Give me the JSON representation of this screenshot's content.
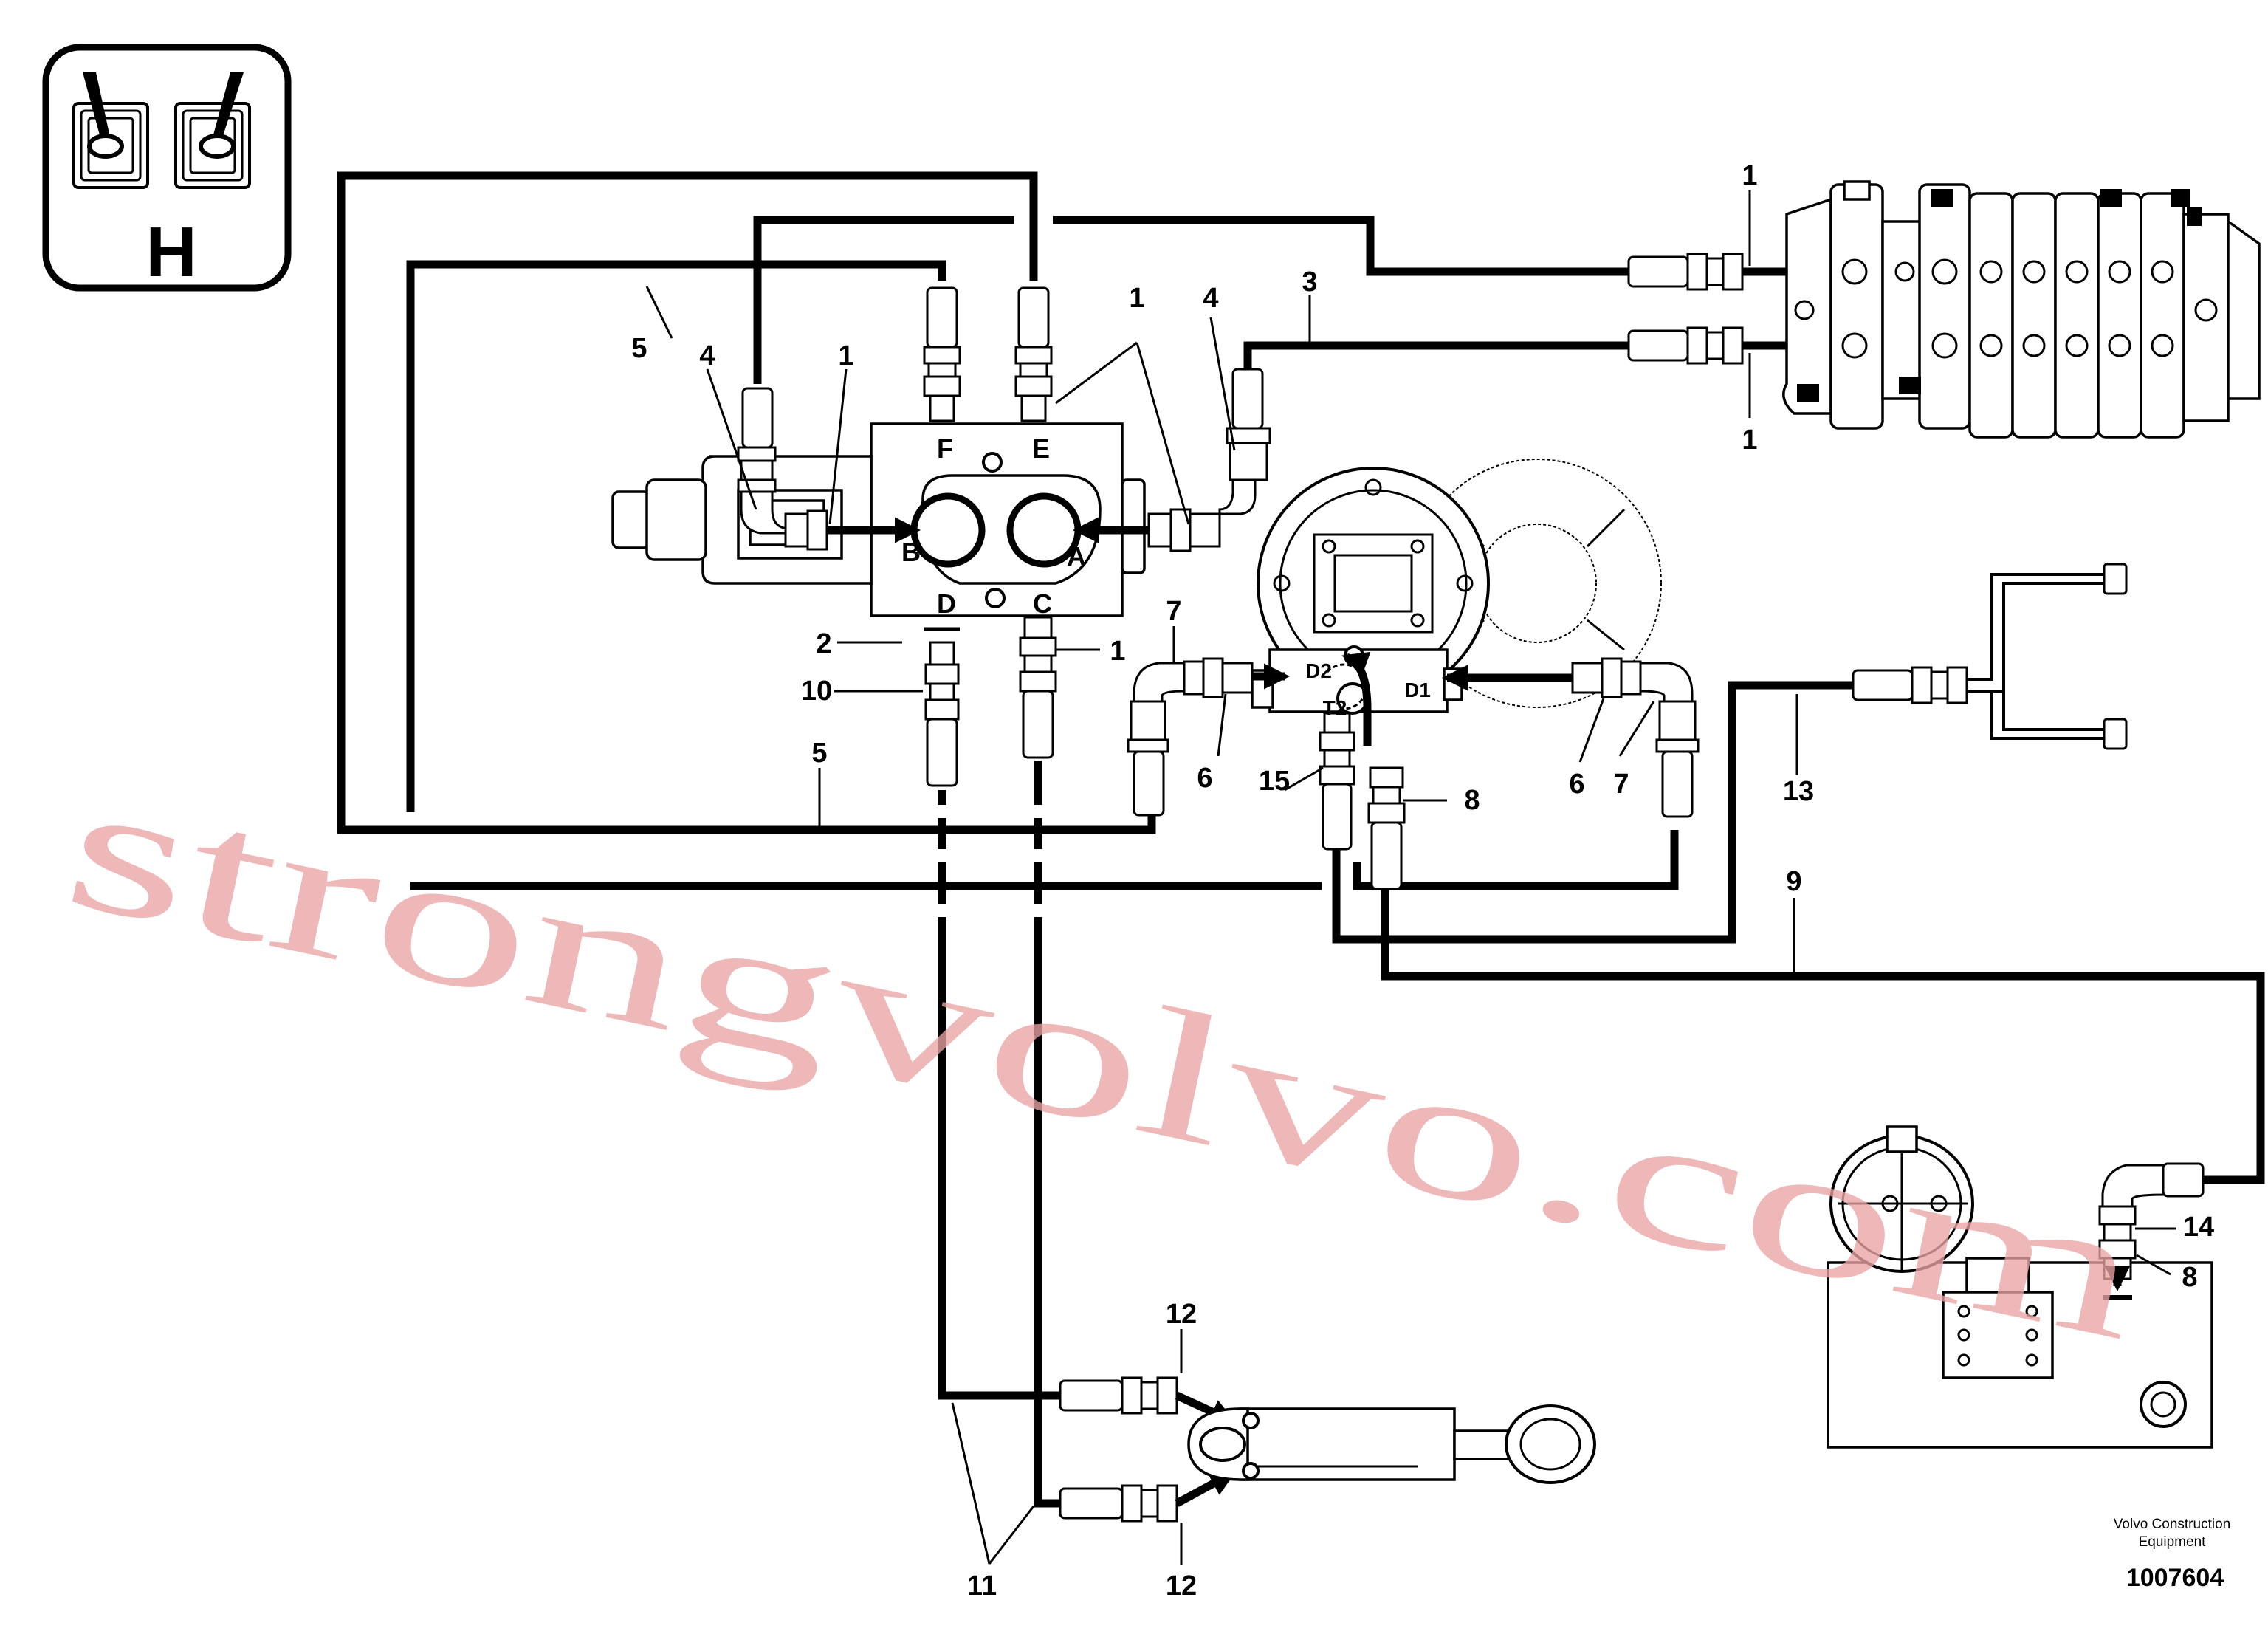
{
  "badge": {
    "letter": "H",
    "icon": "dual-joystick-icon"
  },
  "callouts": {
    "c1_top1": "1",
    "c1_top2": "1",
    "c1_mid": "1",
    "c1_valve": "1",
    "c1_c": "1",
    "c2": "2",
    "c3": "3",
    "c4_left": "4",
    "c4_right": "4",
    "c5_top": "5",
    "c5_bottom": "5",
    "c6_left": "6",
    "c6_right": "6",
    "c7_left": "7",
    "c7_right": "7",
    "c8_mid": "8",
    "c8_tank": "8",
    "c9": "9",
    "c10": "10",
    "c11": "11",
    "c12_top": "12",
    "c12_bottom": "12",
    "c13": "13",
    "c14": "14",
    "c15": "15"
  },
  "ports": {
    "F": "F",
    "E": "E",
    "B": "B",
    "A": "A",
    "D": "D",
    "C": "C",
    "D2": "D2",
    "T2": "T2",
    "D1": "D1"
  },
  "watermark": "strongvolvo.com",
  "footer": {
    "company_line1": "Volvo Construction",
    "company_line2": "Equipment",
    "doc_number": "1007604"
  }
}
